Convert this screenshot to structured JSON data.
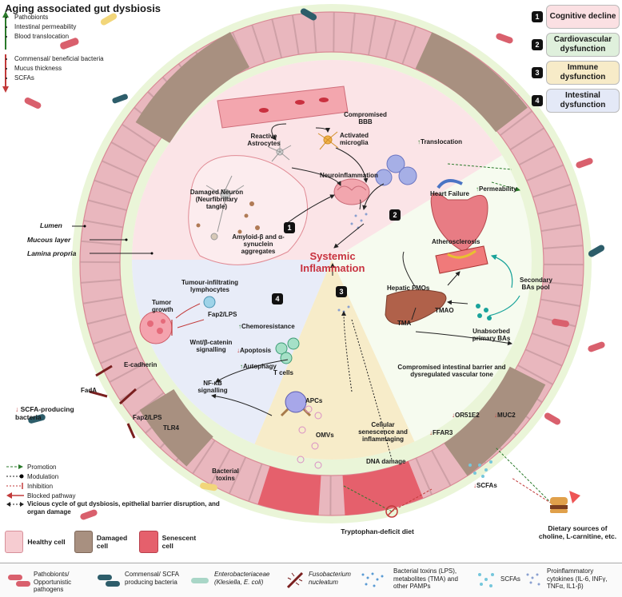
{
  "title": "Aging associated gut dysbiosis",
  "increase_list": [
    "Pathobionts",
    "Intestinal permeability",
    "Blood translocation"
  ],
  "decrease_list": [
    "Commensal/ beneficial bacteria",
    "Mucus thickness",
    "SCFAs"
  ],
  "outcomes": [
    {
      "num": "1",
      "label": "Cognitive decline",
      "color": "#fbe0e3"
    },
    {
      "num": "2",
      "label": "Cardiovascular dysfunction",
      "color": "#dff0dc"
    },
    {
      "num": "3",
      "label": "Immune dysfunction",
      "color": "#f7ebc8"
    },
    {
      "num": "4",
      "label": "Intestinal dysfunction",
      "color": "#e4e9f7"
    }
  ],
  "layers": [
    "Lumen",
    "Mucous layer",
    "Lamina propria"
  ],
  "center": {
    "line1": "Systemic",
    "line2": "Inflammation"
  },
  "region_labels": {
    "bbb": "Compromised BBB",
    "astro": "Reactive Astrocytes",
    "microglia": "Activated microglia",
    "neuroinflam": "Neuroinflammation",
    "neuron": "Damaged Neuron (Neurfibrillary tangle)",
    "amyloid": "Amyloid-β and α-synuclein aggregates",
    "translocation": "Translocation",
    "permeability": "Permeability",
    "heart_failure": "Heart Failure",
    "athero": "Atherosclerosis",
    "secondary_bas": "Secondary BAs pool",
    "hepatic": "Hepatic FMOs",
    "tmao": "TMAO",
    "tma": "TMA",
    "unabsorbed": "Unabsorbed primary BAs",
    "compromised": "Compromised intestinal barrier and dysregulated vascular tone",
    "or51e2": "OR51E2",
    "muc2": "MUC2",
    "ffar3": "FFAR3",
    "scfas": "SCFAs",
    "senescence": "Cellular senescence and inflammaging",
    "dna": "DNA damage",
    "tumor_inf": "Tumour-infiltrating lymphocytes",
    "fap2_top": "Fap2/LPS",
    "tumor_growth": "Tumor growth",
    "wnt": "Wnt/β-catenin signalling",
    "chemo": "Chemoresistance",
    "apoptosis": "Apoptosis",
    "autophagy": "Autophagy",
    "tcells": "T cells",
    "nfkb": "NF-κB signalling",
    "ecad": "E-cadherin",
    "fada": "FadA",
    "fap2_bot": "Fap2/LPS",
    "tlr4": "TLR4",
    "apcs": "APCs",
    "omvs": "OMVs",
    "bact_tox": "Bacterial toxins",
    "scfa_prod": "SCFA-producing bacteria"
  },
  "arrow_legend": [
    "Promotion",
    "Modulation",
    "Inhibition",
    "Blocked pathway",
    "Vicious cycle of gut dysbiosis, epithelial barrier disruption, and organ damage"
  ],
  "cell_legend": [
    "Healthy cell",
    "Damaged cell",
    "Senescent cell"
  ],
  "diet_trp": "Tryptophan-deficit diet",
  "diet_choline": "Dietary sources of choline, L-carnitine, etc.",
  "footer": [
    "Pathobionts/ Opportunistic pathogens",
    "Commensal/ SCFA producing bacteria",
    "Enterobacteriaceae (Klesiella, E. coli)",
    "Fusobacterium nucleatum",
    "Bacterial toxins (LPS), metabolites (TMA) and other PAMPs",
    "SCFAs",
    "Proinflammatory cytokines (IL-6, INFγ, TNFα, IL1-β)"
  ]
}
